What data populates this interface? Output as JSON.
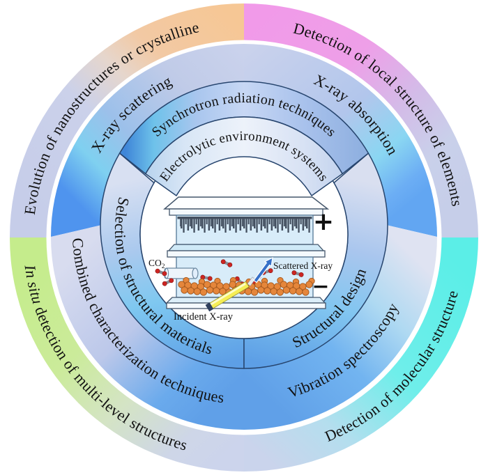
{
  "figure": {
    "outer_ring": {
      "segments": [
        {
          "position": "top-left",
          "label": "Evolution of nanostructures or crystalline",
          "accent_color": "#f6c795"
        },
        {
          "position": "top-right",
          "label": "Detection of local structure of elements",
          "accent_color": "#f19ae9"
        },
        {
          "position": "bottom-right",
          "label": "Detection of molecular structure",
          "accent_color": "#5beee7"
        },
        {
          "position": "bottom-left",
          "label_italic_prefix": "In situ",
          "label_rest": " detection of multi-level structures",
          "accent_color": "#c5ec8c"
        }
      ]
    },
    "middle_ring": {
      "segments": [
        {
          "position": "top-left",
          "label": "X-ray scattering"
        },
        {
          "position": "top-right",
          "label": "X-ray absorption"
        },
        {
          "position": "bottom-right",
          "label": "Vibration spectroscopy"
        },
        {
          "position": "bottom-left",
          "label": "Combined characterization techniques"
        }
      ]
    },
    "inner_ring": {
      "segments": [
        {
          "position": "top-outer",
          "label": "Synchrotron radiation techniques"
        },
        {
          "position": "top-inner",
          "label": "Electrolytic environment systems"
        },
        {
          "position": "left",
          "label": "Selection of structural materials"
        },
        {
          "position": "right",
          "label": "Structural design"
        }
      ]
    },
    "center_illustration": {
      "labels": {
        "co2_main": "CO",
        "co2_sub": "2",
        "incident_xray": "Incident X-ray",
        "scattered_xray": "Scattered X-ray",
        "anode_sign": "+",
        "cathode_sign": "−"
      },
      "colors": {
        "incident_beam": "#f5ee55",
        "scattered_arrow": "#3570c8",
        "catalyst_particles": "#e5863b",
        "electrolyte": "#d8ecf9"
      }
    }
  }
}
